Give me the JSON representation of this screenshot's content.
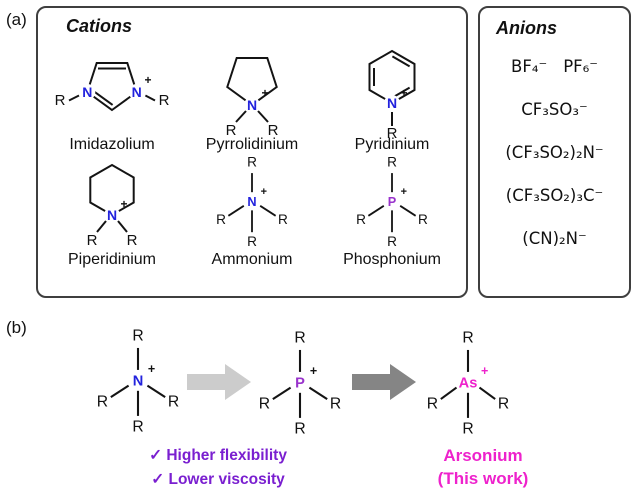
{
  "panel_a": {
    "label": "(a)",
    "cations": {
      "title": "Cations",
      "items": [
        {
          "name": "Imidazolium"
        },
        {
          "name": "Pyrrolidinium"
        },
        {
          "name": "Pyridinium"
        },
        {
          "name": "Piperidinium"
        },
        {
          "name": "Ammonium"
        },
        {
          "name": "Phosphonium"
        }
      ]
    },
    "anions": {
      "title": "Anions",
      "rows": [
        [
          "BF₄⁻",
          "PF₆⁻"
        ],
        [
          "CF₃SO₃⁻"
        ],
        [
          "(CF₃SO₂)₂N⁻"
        ],
        [
          "(CF₃SO₂)₃C⁻"
        ],
        [
          "(CN)₂N⁻"
        ]
      ]
    }
  },
  "panel_b": {
    "label": "(b)",
    "benefits": [
      "✓ Higher flexibility",
      "✓ Lower viscosity"
    ],
    "result_title": "Arsonium",
    "result_subtitle": "(This work)"
  },
  "labels": {
    "r": "R",
    "n": "N",
    "p": "P",
    "as": "As",
    "plus": "+"
  },
  "colors": {
    "nitrogen": "#2222dd",
    "phosphorus": "#9933cc",
    "arsenic": "#ee22cc",
    "benefit_text": "#7a1fd0",
    "result_text": "#ee22cc",
    "arrow_light": "#cccccc",
    "arrow_dark": "#858585",
    "box_border": "#3f3f3f"
  }
}
